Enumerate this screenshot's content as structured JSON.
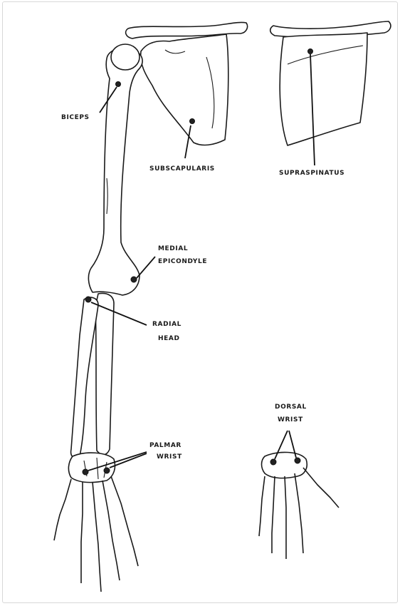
{
  "labels": {
    "biceps": "Biceps",
    "subscapularis": "Subscapularis",
    "supraspinatus": "Supraspinatus",
    "medial_epicondyle_line1": "Medial",
    "medial_epicondyle_line2": "Epicondyle",
    "radial_head_line1": "Radial",
    "radial_head_line2": "Head",
    "palmar_wrist_line1": "Palmar",
    "palmar_wrist_line2": "Wrist",
    "dorsal_wrist_line1": "Dorsal",
    "dorsal_wrist_line2": "Wrist"
  },
  "colors": {
    "ink": "#1a1a1a",
    "background": "#ffffff",
    "frame": "#d8d8d8"
  }
}
